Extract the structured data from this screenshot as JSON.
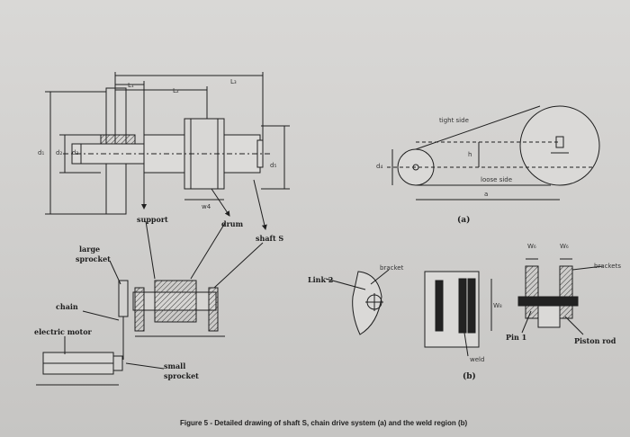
{
  "caption": "Figure 5 - Detailed drawing of shaft S, chain drive system (a) and the weld region (b)",
  "shaft": {
    "L1": "L₁",
    "L2": "L₂",
    "L3": "L₃",
    "d1": "d₁",
    "d2": "d₂",
    "d3": "d₃",
    "d5": "d₅",
    "w4": "w4",
    "support": "support",
    "drum": "drum",
    "shaft": "shaft S"
  },
  "assembly": {
    "large_sprocket_1": "large",
    "large_sprocket_2": "sprocket",
    "chain": "chain",
    "motor": "electric motor",
    "small_sprocket_1": "small",
    "small_sprocket_2": "sprocket"
  },
  "chain_drive": {
    "tight": "tight side",
    "loose": "loose side",
    "d4": "d₄",
    "h": "h",
    "a": "a",
    "label": "(a)"
  },
  "weld": {
    "link2": "Link 2",
    "bracket": "bracket",
    "weld": "weld",
    "w8": "W₈",
    "w6a": "W₆",
    "w6b": "W₆",
    "brackets": "brackets",
    "pin": "Pin 1",
    "piston": "Piston rod",
    "label": "(b)"
  }
}
